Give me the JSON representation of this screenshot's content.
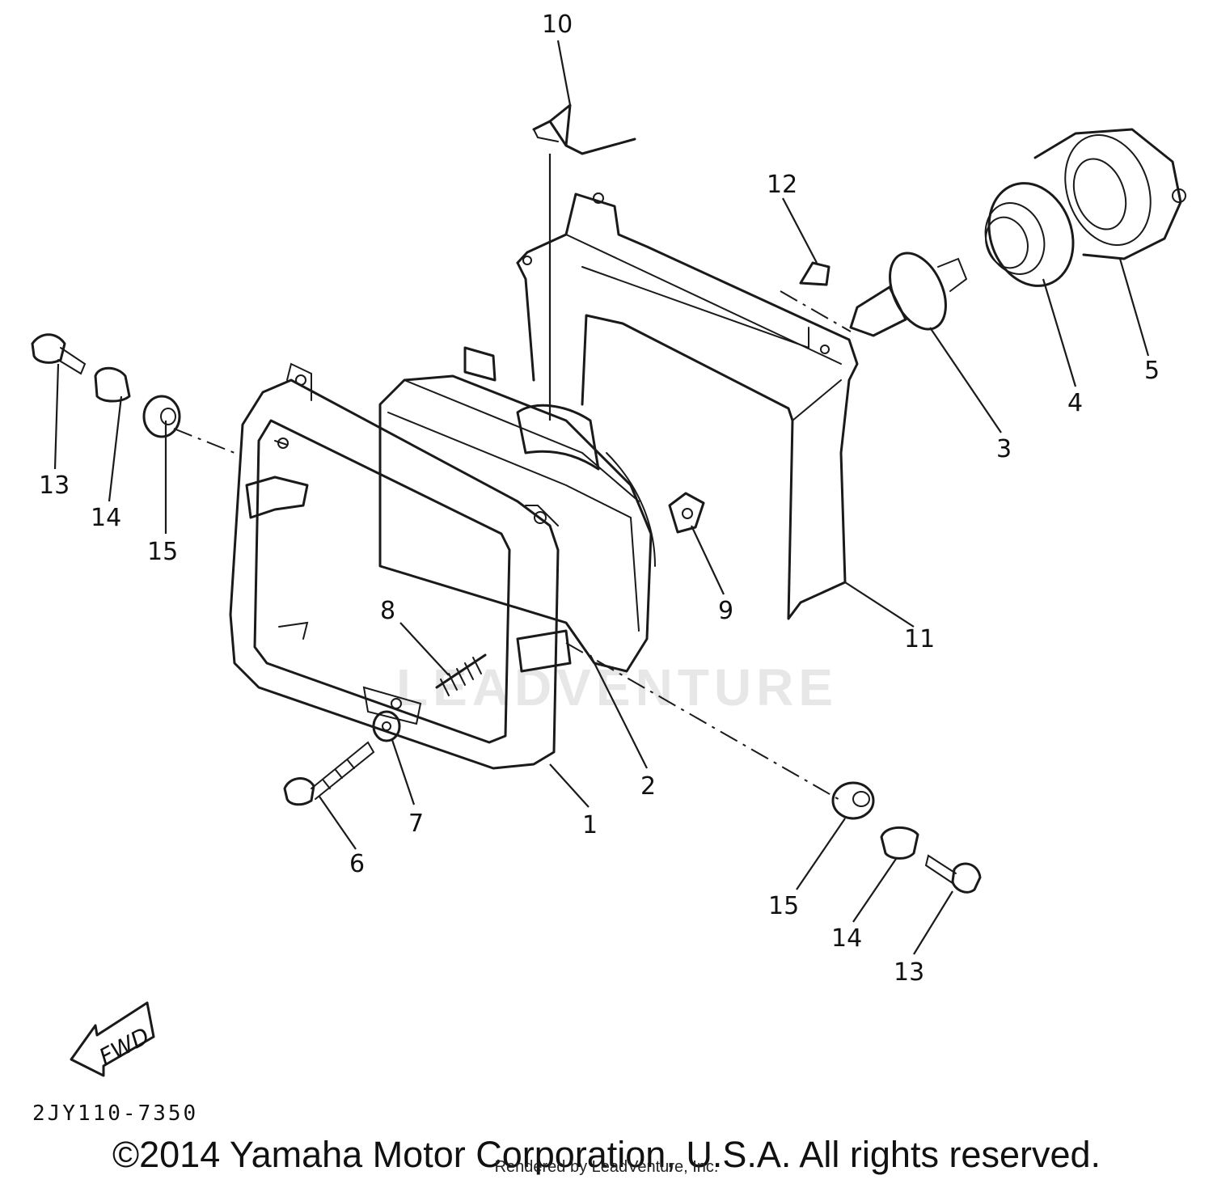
{
  "watermark": "LEADVENTURE",
  "fwd_label": "FWD",
  "drawing_code": "2JY110-7350",
  "copyright": "©2014 Yamaha Motor Corporation, U.S.A. All rights reserved.",
  "rendered_by": "Rendered by LeadVenture, Inc.",
  "callouts": [
    {
      "id": "c1",
      "label": "1"
    },
    {
      "id": "c2",
      "label": "2"
    },
    {
      "id": "c3",
      "label": "3"
    },
    {
      "id": "c4",
      "label": "4"
    },
    {
      "id": "c5",
      "label": "5"
    },
    {
      "id": "c6",
      "label": "6"
    },
    {
      "id": "c7",
      "label": "7"
    },
    {
      "id": "c8",
      "label": "8"
    },
    {
      "id": "c9",
      "label": "9"
    },
    {
      "id": "c10",
      "label": "10"
    },
    {
      "id": "c11",
      "label": "11"
    },
    {
      "id": "c12",
      "label": "12"
    },
    {
      "id": "c13a",
      "label": "13"
    },
    {
      "id": "c14a",
      "label": "14"
    },
    {
      "id": "c15a",
      "label": "15"
    },
    {
      "id": "c13b",
      "label": "13"
    },
    {
      "id": "c14b",
      "label": "14"
    },
    {
      "id": "c15b",
      "label": "15"
    }
  ]
}
